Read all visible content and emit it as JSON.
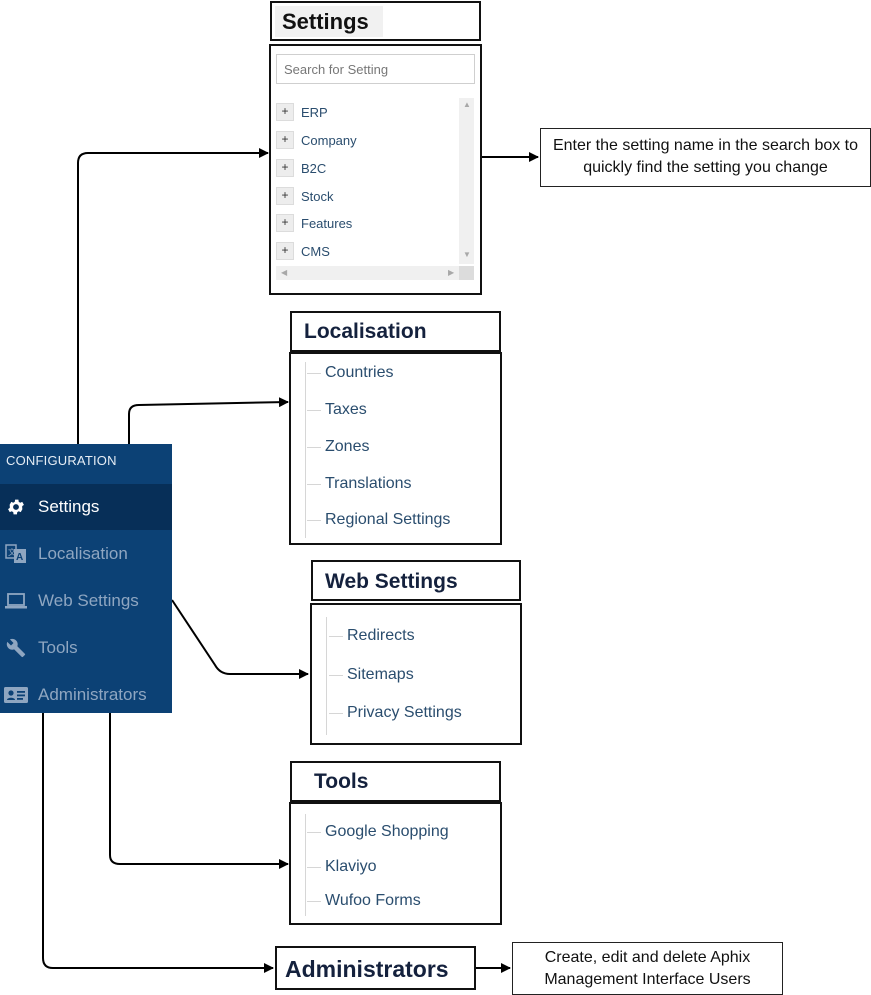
{
  "sidebar": {
    "heading": "CONFIGURATION",
    "items": [
      {
        "label": "Settings",
        "icon": "gear-icon",
        "active": true
      },
      {
        "label": "Localisation",
        "icon": "translate-icon",
        "active": false
      },
      {
        "label": "Web Settings",
        "icon": "laptop-icon",
        "active": false
      },
      {
        "label": "Tools",
        "icon": "wrench-icon",
        "active": false
      },
      {
        "label": "Administrators",
        "icon": "id-card-icon",
        "active": false
      }
    ]
  },
  "settings": {
    "title": "Settings",
    "search_placeholder": "Search for Setting",
    "items": [
      "ERP",
      "Company",
      "B2C",
      "Stock",
      "Features",
      "CMS"
    ],
    "note": "Enter the setting name in the search box to quickly find the setting you change"
  },
  "localisation": {
    "title": "Localisation",
    "items": [
      "Countries",
      "Taxes",
      "Zones",
      "Translations",
      "Regional Settings"
    ]
  },
  "web_settings": {
    "title": "Web Settings",
    "items": [
      "Redirects",
      "Sitemaps",
      "Privacy Settings"
    ]
  },
  "tools": {
    "title": "Tools",
    "items": [
      "Google Shopping",
      "Klaviyo",
      "Wufoo Forms"
    ]
  },
  "administrators": {
    "title": "Administrators",
    "note": "Create, edit and delete Aphix Management Interface Users"
  },
  "colors": {
    "sidebar_bg": "#0c4175",
    "sidebar_active": "#072f58",
    "link_text": "#2a4d6e",
    "title_text": "#14213d"
  }
}
